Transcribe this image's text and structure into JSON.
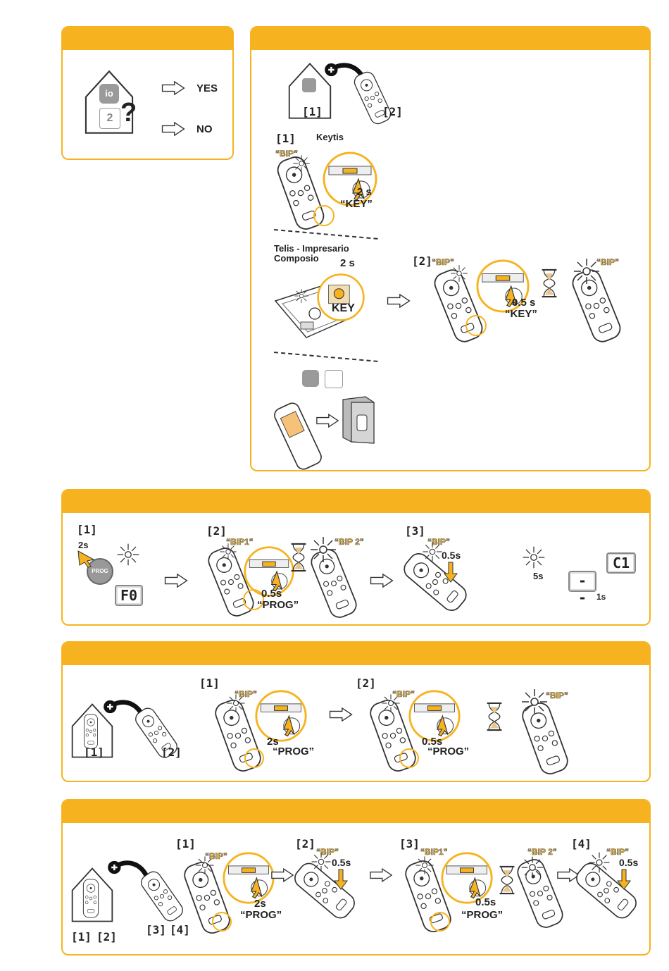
{
  "panel_a": {
    "yes_label": "YES",
    "no_label": "NO",
    "question_mark": "?",
    "io_badge": "io",
    "rts_badge": "2"
  },
  "panel_b": {
    "house_step": "[1]",
    "remote_step": "[2]",
    "keytis_step": "[1]",
    "keytis_name": "Keytis",
    "keytis_bip": "“BIP”",
    "keytis_time": "2 s",
    "keytis_key": "“KEY”",
    "telis_name_line1": "Telis - Impresario",
    "telis_name_line2": "Composio",
    "telis_time": "2 s",
    "telis_key_label": "KEY",
    "step2": "[2]",
    "step2_bip_left": "“BIP”",
    "step2_bip_right": "“BIP”",
    "step2_time": "0.5 s",
    "step2_key": "“KEY”"
  },
  "panel_c": {
    "step1": "[1]",
    "step1_time": "2s",
    "prog_button": "PROG",
    "lcd_f0": "F0",
    "step2": "[2]",
    "bip1": "“BIP1”",
    "bip2": "“BIP 2”",
    "step2_time": "0.5s",
    "step2_prog": "“PROG”",
    "step3": "[3]",
    "step3_bip": "“BIP”",
    "step3_time": "0.5s",
    "blink_time": "5s",
    "lcd_dash": "- -",
    "lcd_c1": "C1",
    "lcd_time": "1s"
  },
  "panel_d": {
    "house_step": "[1]",
    "remote_step": "[2]",
    "step1": "[1]",
    "step1_bip": "“BIP”",
    "step1_time": "2s",
    "step1_prog": "“PROG”",
    "step2": "[2]",
    "step2_bip": "“BIP”",
    "step2_time": "0.5s",
    "step2_prog": "“PROG”",
    "step2_bip_right": "“BIP”"
  },
  "panel_e": {
    "house_step1": "[1]",
    "house_step2": "[2]",
    "remote_step3": "[3]",
    "remote_step4": "[4]",
    "step1": "[1]",
    "step1_bip": "“BIP”",
    "step1_time": "2s",
    "step1_prog": "“PROG”",
    "step2": "[2]",
    "step2_bip": "“BIP”",
    "step2_time": "0.5s",
    "step3": "[3]",
    "bip1": "“BIP1”",
    "bip2": "“BIP 2”",
    "step3_time": "0.5s",
    "step3_prog": "“PROG”",
    "step4": "[4]",
    "step4_bip": "“BIP”",
    "step4_time": "0.5s"
  },
  "colors": {
    "accent": "#f6b31f",
    "line": "#333333",
    "grey": "#888888"
  }
}
